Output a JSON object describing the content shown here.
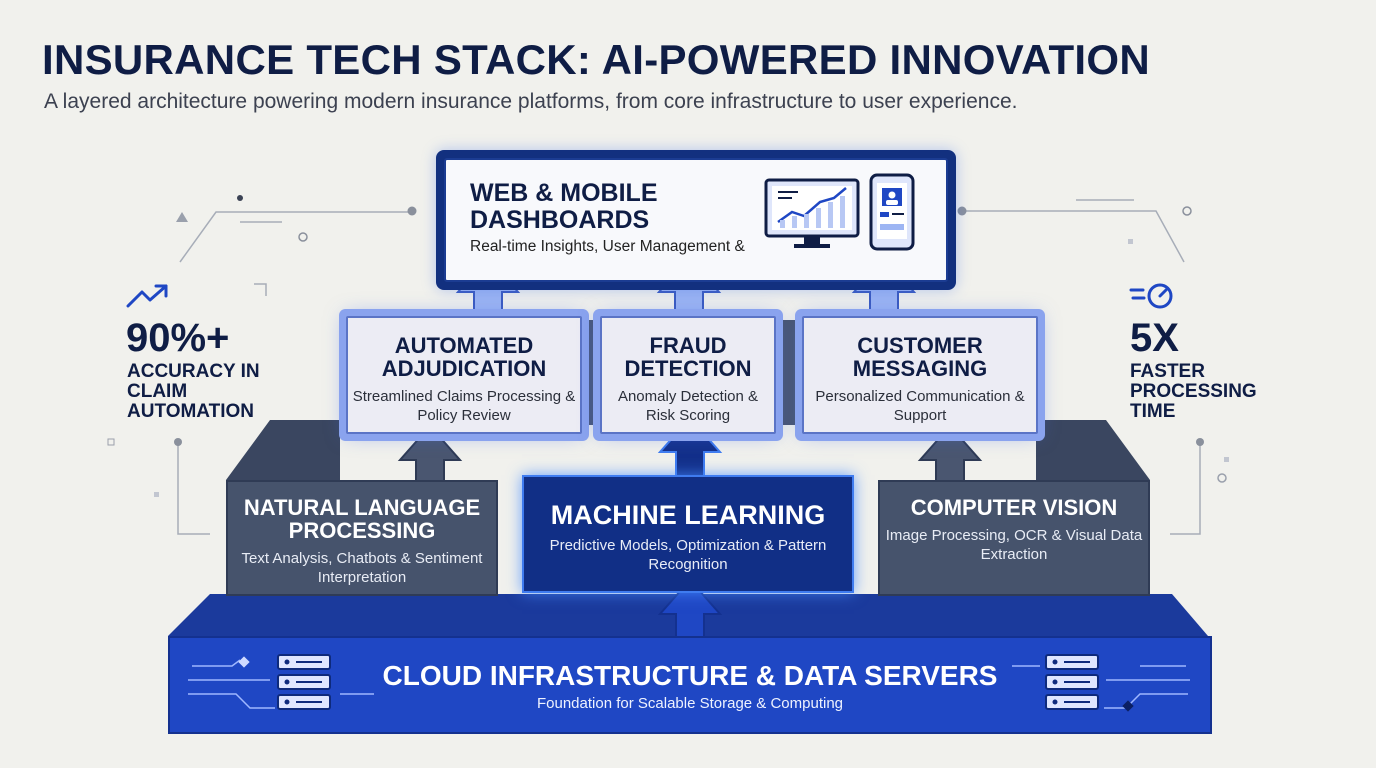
{
  "header": {
    "title": "INSURANCE TECH STACK: AI-POWERED INNOVATION",
    "subtitle": "A layered architecture powering modern insurance platforms, from core infrastructure to user experience."
  },
  "top_layer": {
    "title": "WEB & MOBILE DASHBOARDS",
    "description": "Real-time Insights, User Management &"
  },
  "service_layer": [
    {
      "title": "AUTOMATED ADJUDICATION",
      "description": "Streamlined Claims Processing & Policy Review"
    },
    {
      "title": "FRAUD DETECTION",
      "description": "Anomaly Detection & Risk Scoring"
    },
    {
      "title": "CUSTOMER MESSAGING",
      "description": "Personalized Communication & Support"
    }
  ],
  "ai_layer": [
    {
      "title": "NATURAL LANGUAGE PROCESSING",
      "description": "Text Analysis, Chatbots & Sentiment Interpretation"
    },
    {
      "title": "MACHINE LEARNING",
      "description": "Predictive Models, Optimization & Pattern Recognition"
    },
    {
      "title": "COMPUTER VISION",
      "description": "Image Processing, OCR & Visual Data Extraction"
    }
  ],
  "foundation": {
    "title": "CLOUD INFRASTRUCTURE & DATA SERVERS",
    "description": "Foundation for Scalable Storage & Computing"
  },
  "stats": {
    "left": {
      "value": "90%+",
      "label": "ACCURACY IN CLAIM AUTOMATION",
      "icon": "trend-up-icon"
    },
    "right": {
      "value": "5X",
      "label": "FASTER PROCESSING TIME",
      "icon": "stopwatch-icon"
    }
  },
  "colors": {
    "navy": "#0f1d45",
    "accent_blue": "#1f47c4",
    "highlight_blue": "#8aa3ee",
    "slate": "#46536c"
  }
}
